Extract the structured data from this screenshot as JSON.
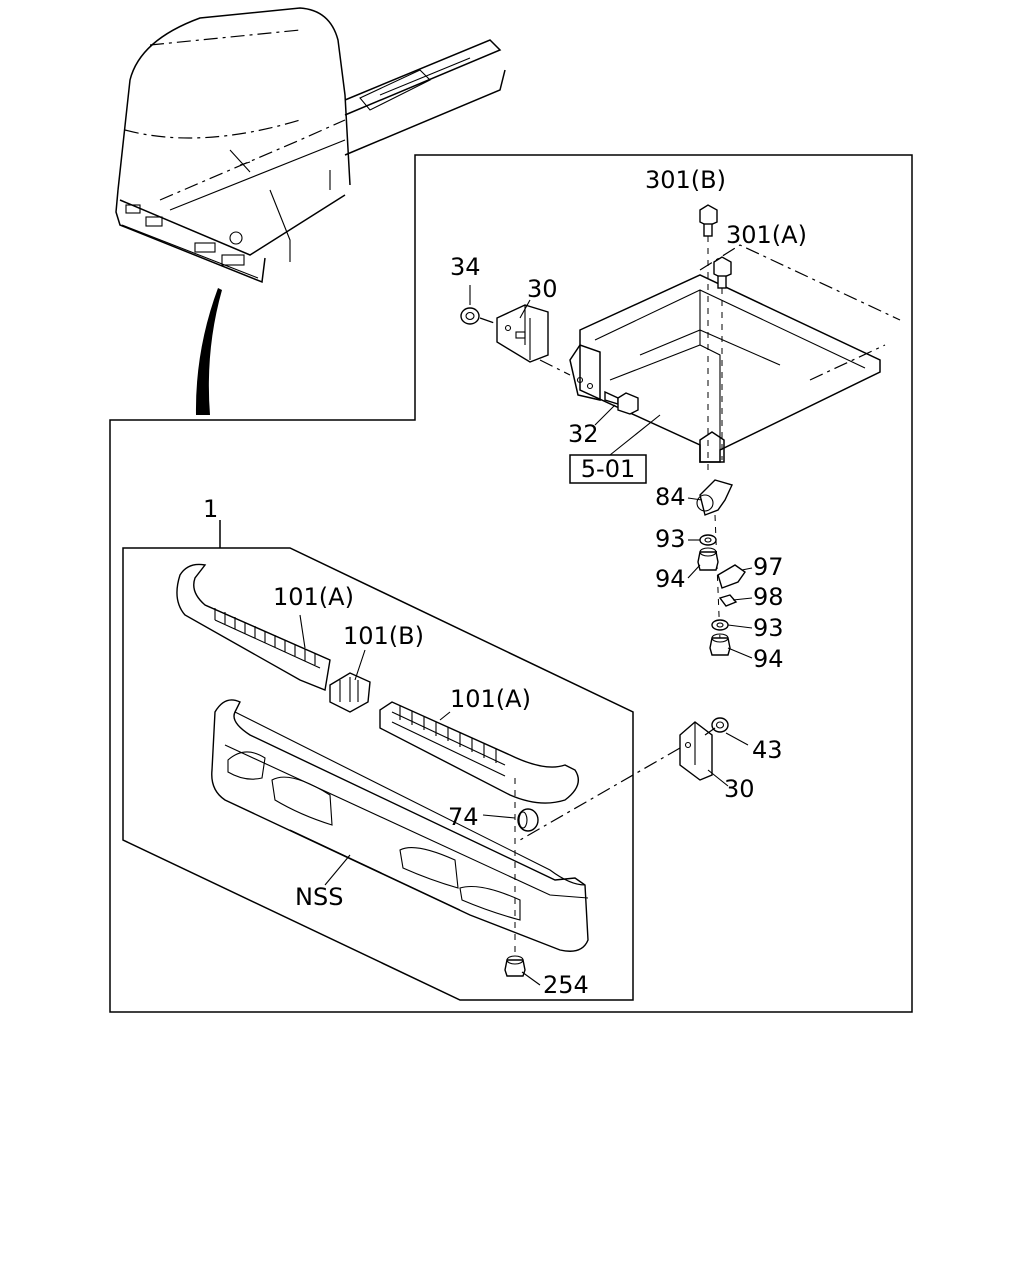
{
  "callouts": {
    "c301b": "301(B)",
    "c301a": "301(A)",
    "c34": "34",
    "c30_top": "30",
    "c32": "32",
    "ref": "5-01",
    "c84": "84",
    "c93_a": "93",
    "c94_a": "94",
    "c97": "97",
    "c98": "98",
    "c93_b": "93",
    "c94_b": "94",
    "c43": "43",
    "c30_bot": "30",
    "c1": "1",
    "c101a_top": "101(A)",
    "c101b": "101(B)",
    "c101a_mid": "101(A)",
    "c74": "74",
    "nss": "NSS",
    "c254": "254"
  },
  "colors": {
    "line": "#000000",
    "background": "#ffffff"
  }
}
